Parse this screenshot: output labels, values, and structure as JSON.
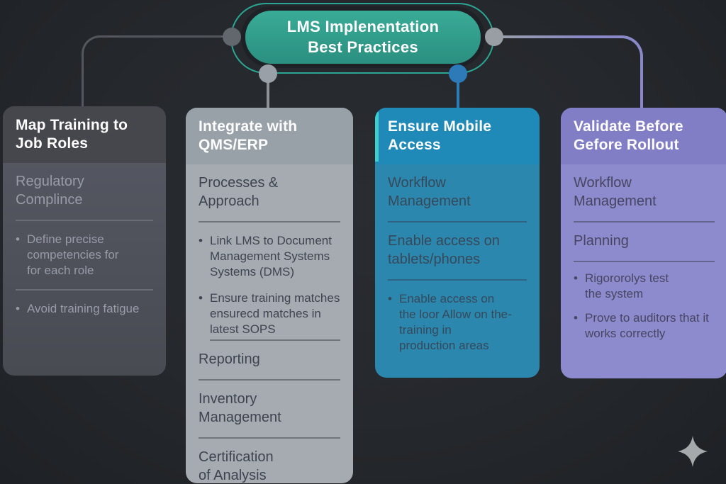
{
  "diagram": {
    "bullet_char": "•",
    "root": {
      "title": "LMS Implenentation\nBest Practices"
    },
    "cards": [
      {
        "title": "Map Training to\nJob Roles",
        "theme_color": "#50525c",
        "items": [
          {
            "type": "subheading",
            "text": "Regulatory\nComplince"
          },
          {
            "type": "divider"
          },
          {
            "type": "bullet",
            "text": "Define precise\ncompetencies for\nfor each role"
          },
          {
            "type": "divider"
          },
          {
            "type": "bullet",
            "text": "Avoid training fatigue"
          }
        ]
      },
      {
        "title": "Integrate with\nQMS/ERP",
        "theme_color": "#a6abb1",
        "items": [
          {
            "type": "subheading",
            "text": "Processes &\nApproach"
          },
          {
            "type": "divider"
          },
          {
            "type": "bullet",
            "text": "Link LMS to Document\nManagement Systems\nSystems (DMS)"
          },
          {
            "type": "bullet",
            "text": "Ensure training matches\nensurecd matches in\nlatest SOPS"
          },
          {
            "type": "divider"
          },
          {
            "type": "subheading",
            "text": "Reporting"
          },
          {
            "type": "divider"
          },
          {
            "type": "subheading",
            "text": "Inventory\nManagement"
          },
          {
            "type": "divider"
          },
          {
            "type": "subheading",
            "text": "Certification\nof Analysis"
          }
        ]
      },
      {
        "title": "Ensure Mobile\nAccess",
        "theme_color": "#2287b0",
        "accent_stripe_color": "#3bd0cf",
        "items": [
          {
            "type": "subheading",
            "text": "Workflow\nManagement"
          },
          {
            "type": "divider"
          },
          {
            "type": "subheading",
            "text": "Enable access on\ntablets/phones"
          },
          {
            "type": "divider"
          },
          {
            "type": "bullet",
            "text": "Enable access on\nthe loor Allow on the-\ntraining in\nproduction areas"
          }
        ]
      },
      {
        "title": "Validate Before\nGefore Rollout",
        "theme_color": "#8d8acd",
        "items": [
          {
            "type": "subheading",
            "text": "Workflow\nManagement"
          },
          {
            "type": "divider"
          },
          {
            "type": "subheading",
            "text": "Planning"
          },
          {
            "type": "divider"
          },
          {
            "type": "bullet",
            "text": "Rigororolys test\nthe system"
          },
          {
            "type": "bullet",
            "text": "Prove to auditors that it\nworks correctly"
          }
        ]
      }
    ],
    "palette": {
      "background": "#25282c",
      "root_fill": "#2f9c8a",
      "root_ring": "#2aa793",
      "connector_gray": "#54575d",
      "connector_purple": "#8a88c8",
      "connector_blue": "#2b7db4",
      "sparkle_color": "#a6a9ac"
    }
  }
}
